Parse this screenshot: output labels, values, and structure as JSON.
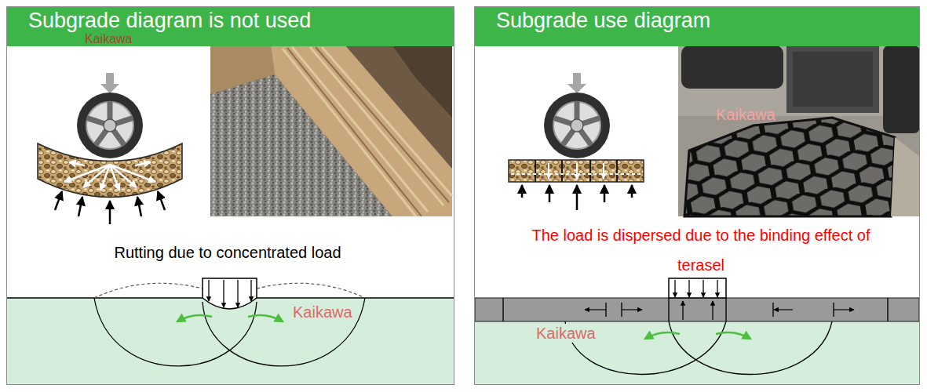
{
  "diagram": {
    "nodes": [
      {
        "text": [
          "Subgrade diagram is not used"
        ]
      },
      {
        "text": [
          "Subgrade use diagram"
        ]
      }
    ],
    "labels": [
      "Kaikawa",
      "Rutting due to concentrated load",
      "Kaikawa",
      "Kaikawa",
      "The load is dispersed due to the binding effect of terasel",
      "Kaikawa"
    ]
  }
}
